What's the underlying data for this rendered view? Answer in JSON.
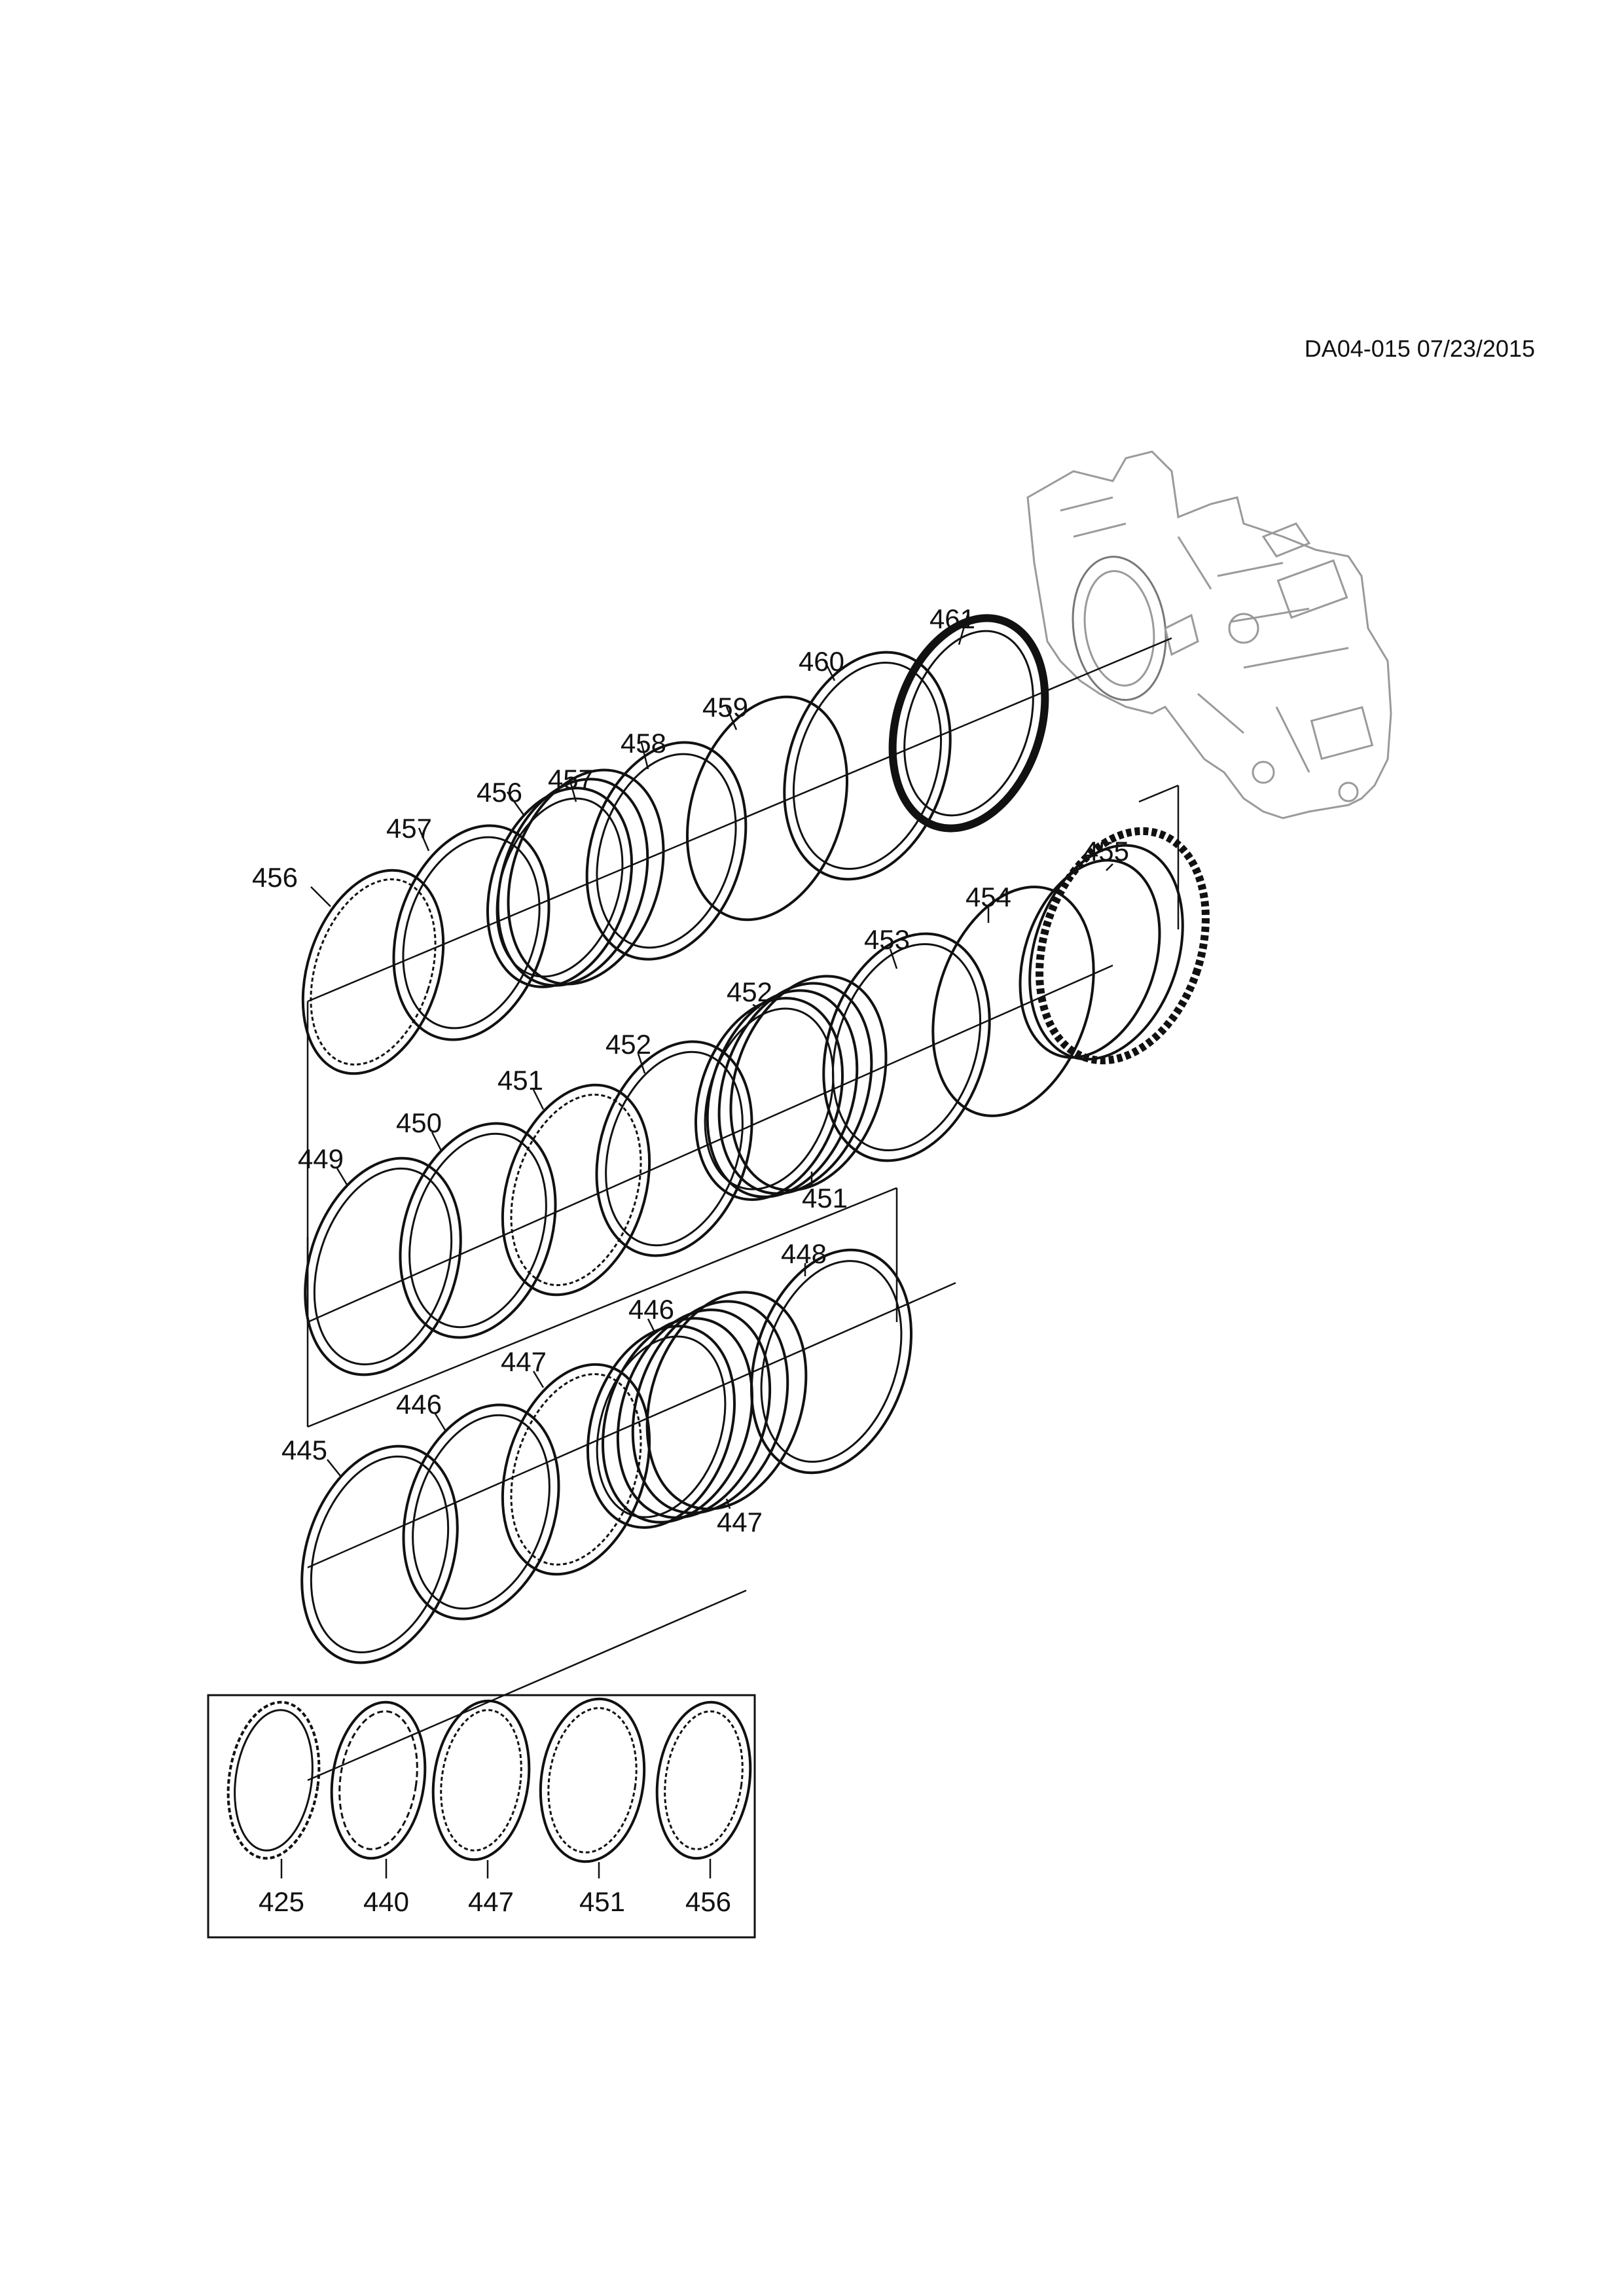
{
  "reference": "DA04-015 07/23/2015",
  "callouts": {
    "c461": "461",
    "c460": "460",
    "c459": "459",
    "c458": "458",
    "c457a": "457",
    "c456a": "456",
    "c457b": "457",
    "c456b": "456",
    "c455": "455",
    "c454": "454",
    "c453": "453",
    "c452a": "452",
    "c452b": "452",
    "c451a": "451",
    "c451b": "451",
    "c450": "450",
    "c449": "449",
    "c448": "448",
    "c446a": "446",
    "c446b": "446",
    "c447a": "447",
    "c447b": "447",
    "c445": "445"
  },
  "legend_box": {
    "items": [
      "425",
      "440",
      "447",
      "451",
      "456"
    ]
  }
}
